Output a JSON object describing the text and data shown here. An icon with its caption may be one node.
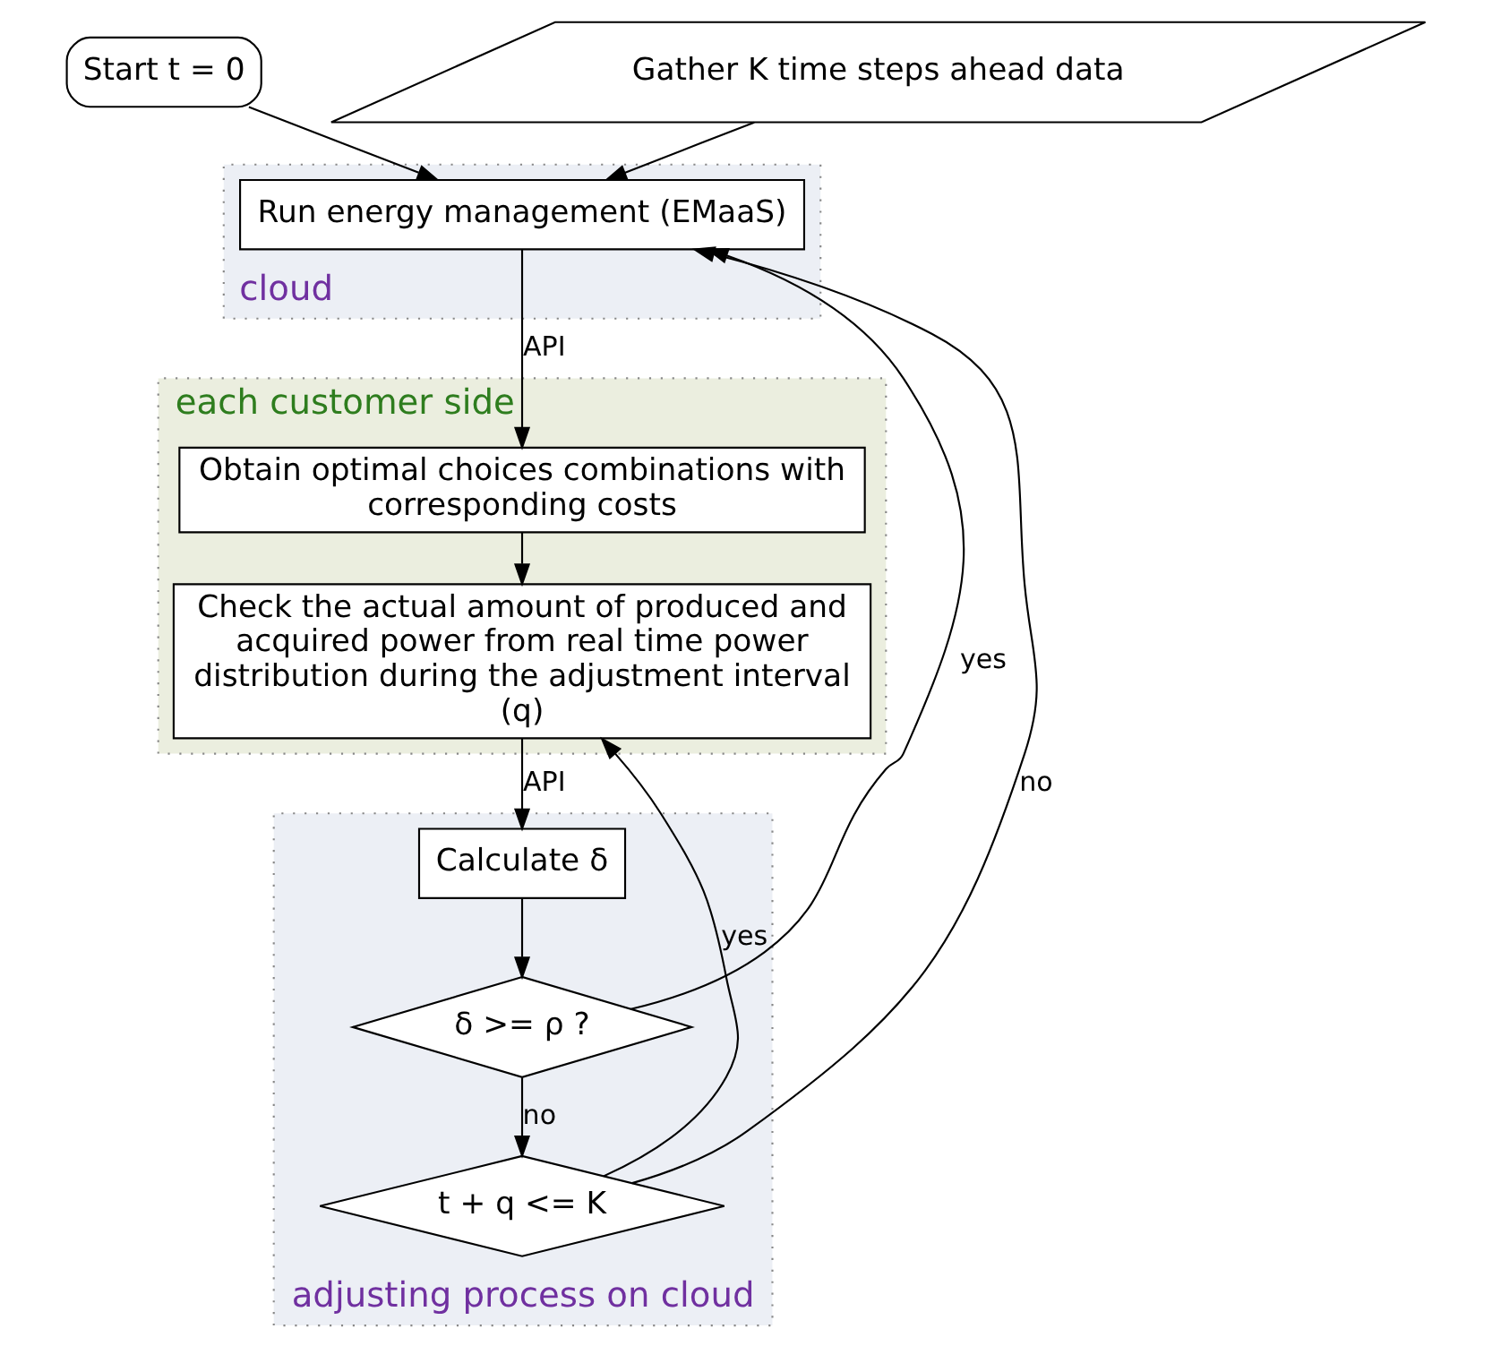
{
  "diagram": {
    "nodes": [
      {
        "text": [
          "Start t = 0"
        ]
      },
      {
        "text": [
          "Gather K time steps ahead data"
        ]
      },
      {
        "text": [
          "cloud"
        ]
      },
      {
        "text": [
          "Run energy management (EMaaS)"
        ],
        "in": 2
      },
      {
        "text": [
          "each customer side"
        ]
      },
      {
        "text": [
          "Obtain optimal choices combinations with corresponding costs"
        ],
        "in": 4
      },
      {
        "text": [
          "Check the actual amount of produced and acquired power from real time power distribution during the adjustment interval (q)"
        ],
        "in": 4
      },
      {
        "text": [
          "adjusting process on cloud"
        ]
      },
      {
        "text": [
          "Calculate δ"
        ],
        "in": 7
      },
      {
        "text": [
          "δ >= ρ ?"
        ],
        "in": 7
      },
      {
        "text": [
          "t + q <= K"
        ],
        "in": 7
      }
    ],
    "edges": [
      {
        "from": 0,
        "to": 3,
        "arrow": "to"
      },
      {
        "from": 1,
        "to": 3,
        "arrow": "to"
      },
      {
        "from": 3,
        "to": 5,
        "arrow": "to",
        "label": "API"
      },
      {
        "from": 5,
        "to": 6,
        "arrow": "to"
      },
      {
        "from": 6,
        "to": 8,
        "arrow": "to",
        "label": "API"
      },
      {
        "from": 8,
        "to": 9,
        "arrow": "to"
      },
      {
        "from": 9,
        "to": 3,
        "arrow": "to",
        "label": "yes"
      },
      {
        "from": 9,
        "to": 10,
        "arrow": "to",
        "label": "no"
      },
      {
        "from": 10,
        "to": 6,
        "arrow": "to",
        "label": "yes"
      },
      {
        "from": 10,
        "to": 3,
        "arrow": "to",
        "label": "no"
      }
    ]
  }
}
